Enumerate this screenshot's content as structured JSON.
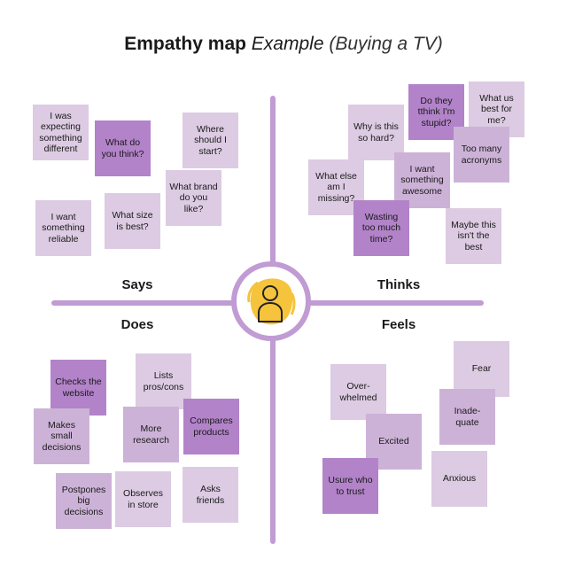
{
  "title": {
    "main": "Empathy map",
    "example": "Example",
    "subtitle": "(Buying a TV)"
  },
  "quadrants": {
    "says": "Says",
    "thinks": "Thinks",
    "does": "Does",
    "feels": "Feels"
  },
  "colors": {
    "axis": "#c19bd3",
    "note_light": "#dccbe2",
    "note_mid": "#cdb2d8",
    "note_dark": "#b283c9",
    "person_fill": "#f5c43c",
    "person_stroke": "#222222"
  },
  "center_icon": "person-icon",
  "notes": {
    "says": [
      "I was expecting something different",
      "What do you think?",
      "Where should I start?",
      "What brand do you like?",
      "I want something reliable",
      "What size is best?"
    ],
    "thinks": [
      "Do they tthink I'm stupid?",
      "What us best for me?",
      "Why is this so hard?",
      "Too many acronyms",
      "I want something awesome",
      "What else am I missing?",
      "Wasting too much time?",
      "Maybe this isn't the best"
    ],
    "does": [
      "Lists pros/cons",
      "Checks the website",
      "Makes small decisions",
      "More research",
      "Compares products",
      "Postpones big decisions",
      "Observes in store",
      "Asks friends"
    ],
    "feels": [
      "Fear",
      "Over-whelmed",
      "Inade-quate",
      "Excited",
      "Usure who to trust",
      "Anxious"
    ]
  }
}
